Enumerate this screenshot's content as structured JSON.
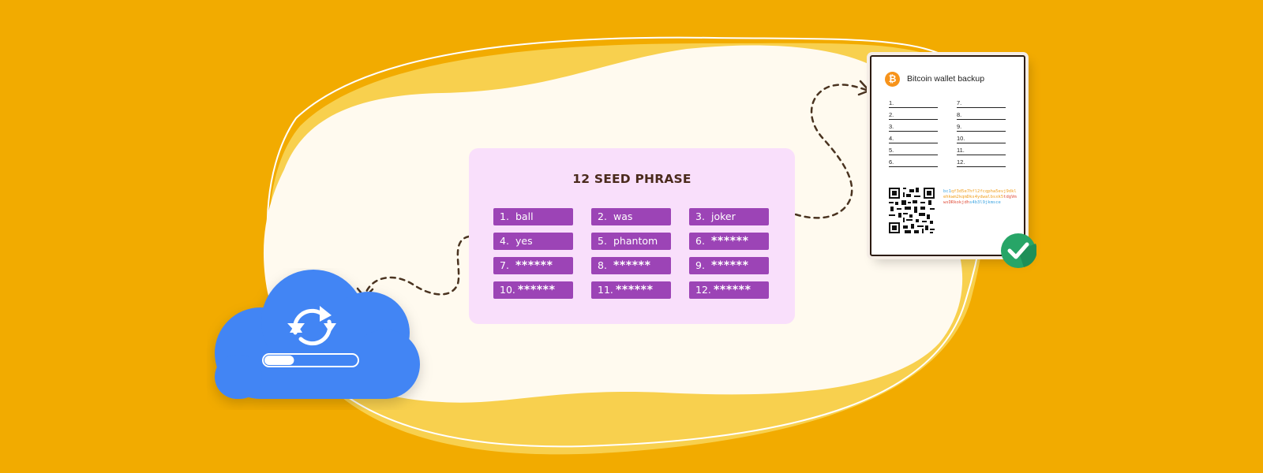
{
  "seed_card": {
    "title": "12 SEED PHRASE",
    "items": [
      {
        "num": "1.",
        "word": "ball"
      },
      {
        "num": "2.",
        "word": "was"
      },
      {
        "num": "3.",
        "word": "joker"
      },
      {
        "num": "4.",
        "word": "yes"
      },
      {
        "num": "5.",
        "word": "phantom"
      },
      {
        "num": "6.",
        "word": "******"
      },
      {
        "num": "7.",
        "word": "******"
      },
      {
        "num": "8.",
        "word": "******"
      },
      {
        "num": "9.",
        "word": "******"
      },
      {
        "num": "10.",
        "word": "******"
      },
      {
        "num": "11.",
        "word": "******"
      },
      {
        "num": "12.",
        "word": "******"
      }
    ]
  },
  "paper_wallet": {
    "title": "Bitcoin wallet backup",
    "icon": "bitcoin-icon",
    "icon_glyph": "₿",
    "lines": [
      "1.",
      "2.",
      "3.",
      "4.",
      "5.",
      "6.",
      "7.",
      "8.",
      "9.",
      "10.",
      "11.",
      "12."
    ],
    "address_parts": [
      "bc1",
      "qf3d5e7hfl2",
      "fcqpha5evj9dklehkwm2kqmDks4ydwalbsxk5",
      "tdgVmwsDRkokjdh",
      "s4b3l9jkmsce"
    ]
  },
  "cloud_sync": {
    "icon": "sync-icon",
    "progress": 0.32
  },
  "status": {
    "icon": "check-icon"
  },
  "colors": {
    "background": "#F2AB00",
    "card": "#F9DFFB",
    "chip": "#9C44B6",
    "cloud": "#4285F4",
    "check": "#27A567",
    "bitcoin": "#F7931A"
  }
}
